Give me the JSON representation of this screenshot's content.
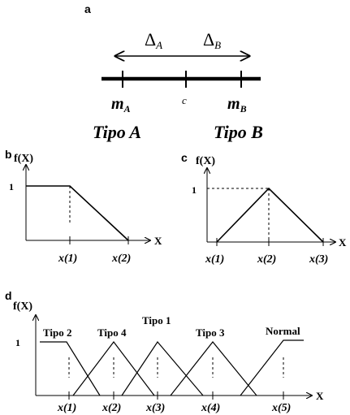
{
  "panel_a": {
    "label": "a",
    "delta_a": "Δ",
    "delta_a_sub": "A",
    "delta_b": "Δ",
    "delta_b_sub": "B",
    "m_a": "m",
    "m_a_sub": "A",
    "c": "c",
    "m_b": "m",
    "m_b_sub": "B",
    "tipo_a": "Tipo A",
    "tipo_b": "Tipo B"
  },
  "panel_b": {
    "label": "b",
    "ylabel": "f(X)",
    "xlabel": "X",
    "one": "1",
    "x1": "x(1)",
    "x2": "x(2)"
  },
  "panel_c": {
    "label": "c",
    "ylabel": "f(X)",
    "xlabel": "X",
    "one": "1",
    "x1": "x(1)",
    "x2": "x(2)",
    "x3": "x(3)"
  },
  "panel_d": {
    "label": "d",
    "ylabel": "f(X)",
    "xlabel": "X",
    "one": "1",
    "x1": "x(1)",
    "x2": "x(2)",
    "x3": "x(3)",
    "x4": "x(4)",
    "x5": "x(5)",
    "tipo2": "Tipo 2",
    "tipo4": "Tipo 4",
    "tipo1": "Tipo 1",
    "tipo3": "Tipo 3",
    "normal": "Normal"
  }
}
